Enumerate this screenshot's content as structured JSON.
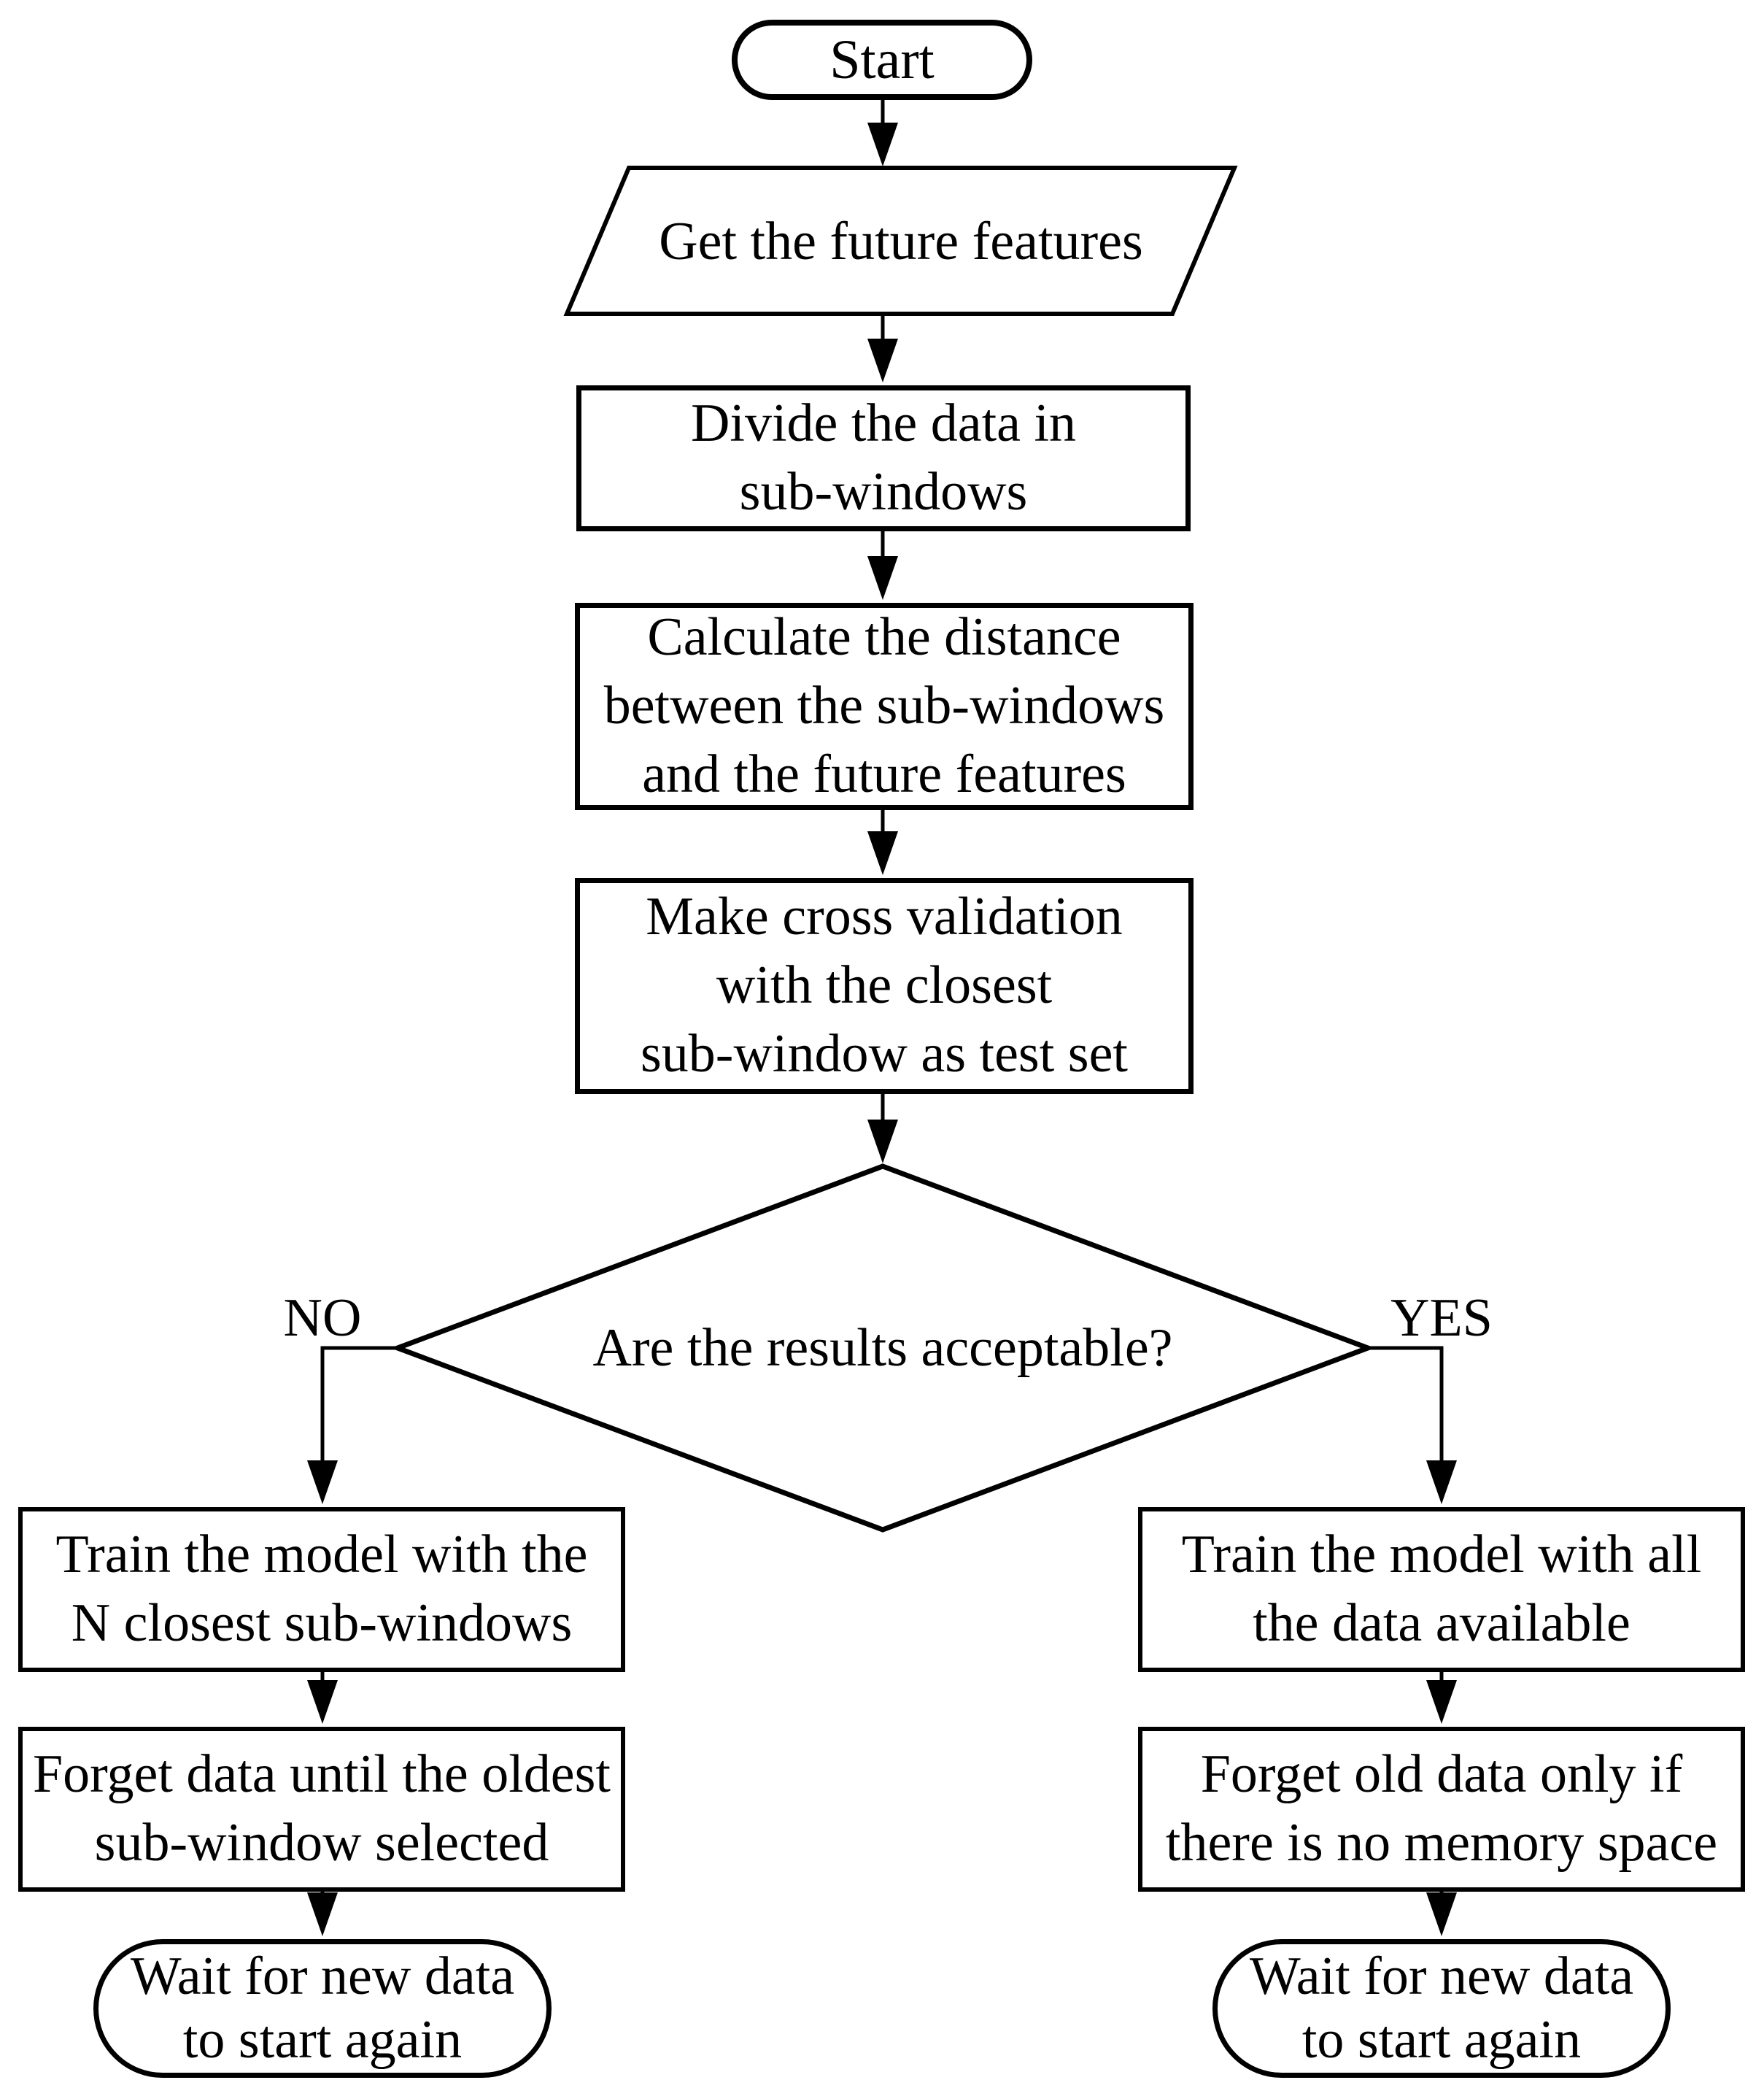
{
  "colors": {
    "background": "#ffffff",
    "stroke": "#000000",
    "text": "#000000"
  },
  "nodes": {
    "start": "Start",
    "get_future_features": "Get the future features",
    "divide_data": "Divide the data in\nsub-windows",
    "calculate_distance": "Calculate the distance\nbetween the sub-windows\nand the future features",
    "cross_validation": "Make cross validation\nwith the closest\nsub-window as test set",
    "decision": "Are the results acceptable?",
    "train_n_closest": "Train the model with the\nN closest sub-windows",
    "forget_until_oldest": "Forget data until the oldest\nsub-window selected",
    "wait_left": "Wait for new data\nto start again",
    "train_all_data": "Train the model with all\nthe data available",
    "forget_no_memory": "Forget old data only if\nthere is no memory space",
    "wait_right": "Wait for new data\nto start again"
  },
  "edges": {
    "no_label": "NO",
    "yes_label": "YES"
  }
}
